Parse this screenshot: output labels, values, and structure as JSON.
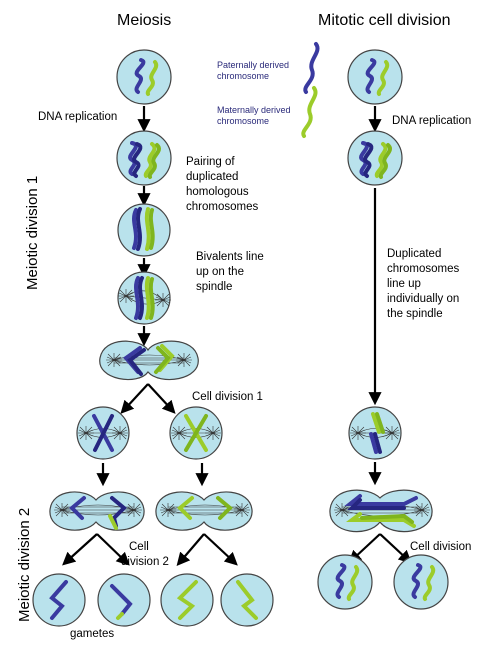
{
  "titles": {
    "meiosis": "Meiosis",
    "mitotic": "Mitotic cell division"
  },
  "legend": {
    "paternal": [
      "Paternally derived",
      "chromosome"
    ],
    "maternal": [
      "Maternally derived",
      "chromosome"
    ]
  },
  "side_labels": {
    "division1": "Meiotic division 1",
    "division2": "Meiotic division 2"
  },
  "meiosis_steps": {
    "dna_replication": "DNA replication",
    "pairing": [
      "Pairing of",
      "duplicated",
      "homologous",
      "chromosomes"
    ],
    "bivalents": [
      "Bivalents line",
      "up on the",
      "spindle"
    ],
    "cell_division_1": "Cell division 1",
    "cell_division_2": [
      "Cell",
      "division 2"
    ],
    "gametes": "gametes"
  },
  "mitosis_steps": {
    "dna_replication": "DNA replication",
    "line_up": [
      "Duplicated",
      "chromosomes",
      "line up",
      "individually on",
      "the spindle"
    ],
    "cell_division": "Cell division"
  },
  "colors": {
    "paternal": "#3a3aa0",
    "maternal": "#9ccc2a",
    "cell": "#b9e2ec"
  }
}
